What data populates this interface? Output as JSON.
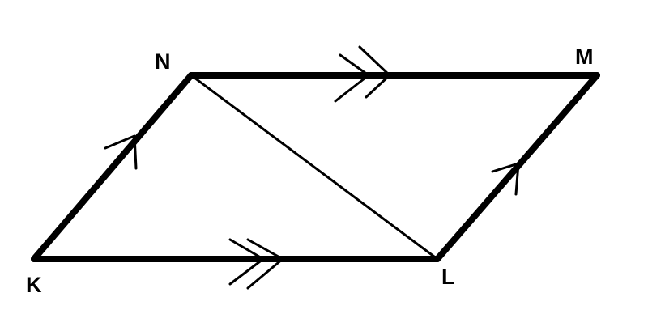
{
  "diagram": {
    "type": "parallelogram",
    "stroke_color": "#000000",
    "background": "#ffffff",
    "vertices": [
      {
        "id": "K",
        "label": "K"
      },
      {
        "id": "L",
        "label": "L"
      },
      {
        "id": "M",
        "label": "M"
      },
      {
        "id": "N",
        "label": "N"
      }
    ],
    "edges": [
      {
        "from": "K",
        "to": "L",
        "marks": "double-arrow"
      },
      {
        "from": "N",
        "to": "M",
        "marks": "double-arrow"
      },
      {
        "from": "K",
        "to": "N",
        "marks": "single-arrow"
      },
      {
        "from": "L",
        "to": "M",
        "marks": "single-arrow"
      },
      {
        "from": "N",
        "to": "L",
        "marks": "none",
        "role": "diagonal"
      }
    ]
  }
}
